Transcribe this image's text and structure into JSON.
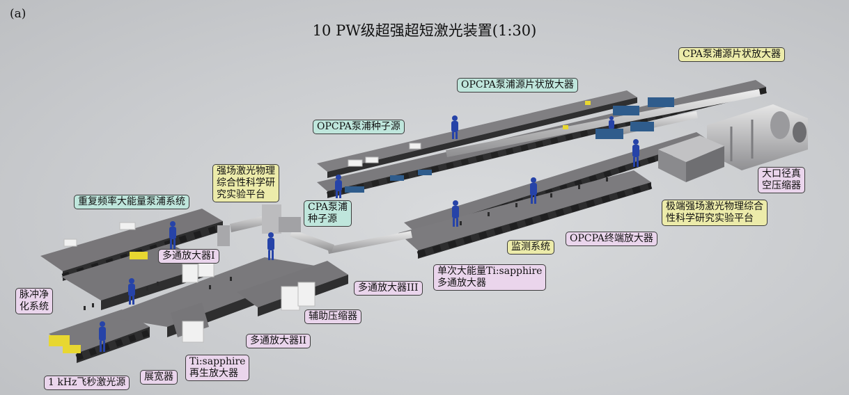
{
  "figure": {
    "panel_tag": "(a)",
    "title": "10 PW级超强超短激光装置(1:30)"
  },
  "labels": {
    "cpa_pump_slab": "CPA泵浦源片状放大器",
    "opcpa_pump_slab": "OPCPA泵浦源片状放大器",
    "opcpa_pump_seed": "OPCPA泵浦种子源",
    "strong_field_platform": "强场激光物理\n综合性科学研\n究实验平台",
    "rep_rate_pump": "重复频率大能量泵浦系统",
    "cpa_pump_seed": "CPA泵浦\n种子源",
    "large_compressor": "大口径真\n空压缩器",
    "extreme_platform": "极端强场激光物理综合\n性科学研究实验平台",
    "multipass_1": "多通放大器I",
    "opcpa_final_amp": "OPCPA终端放大器",
    "monitor": "监测系统",
    "single_shot_amp": "单次大能量Ti:sapphire\n多通放大器",
    "pulse_cleaning": "脉冲净\n化系统",
    "multipass_3": "多通放大器III",
    "aux_compressor": "辅助压缩器",
    "multipass_2": "多通放大器II",
    "regen_amp": "Ti:sapphire\n再生放大器",
    "stretcher": "展宽器",
    "fs_source": "1 kHz飞秒激光源"
  },
  "colors": {
    "teal_label": "#bfe6dc",
    "yellow_label": "#ecebaa",
    "pink_label": "#ead5ec",
    "operator": "#2643a8",
    "module_blue": "#2f5c8c",
    "table_top": "#77767a"
  }
}
